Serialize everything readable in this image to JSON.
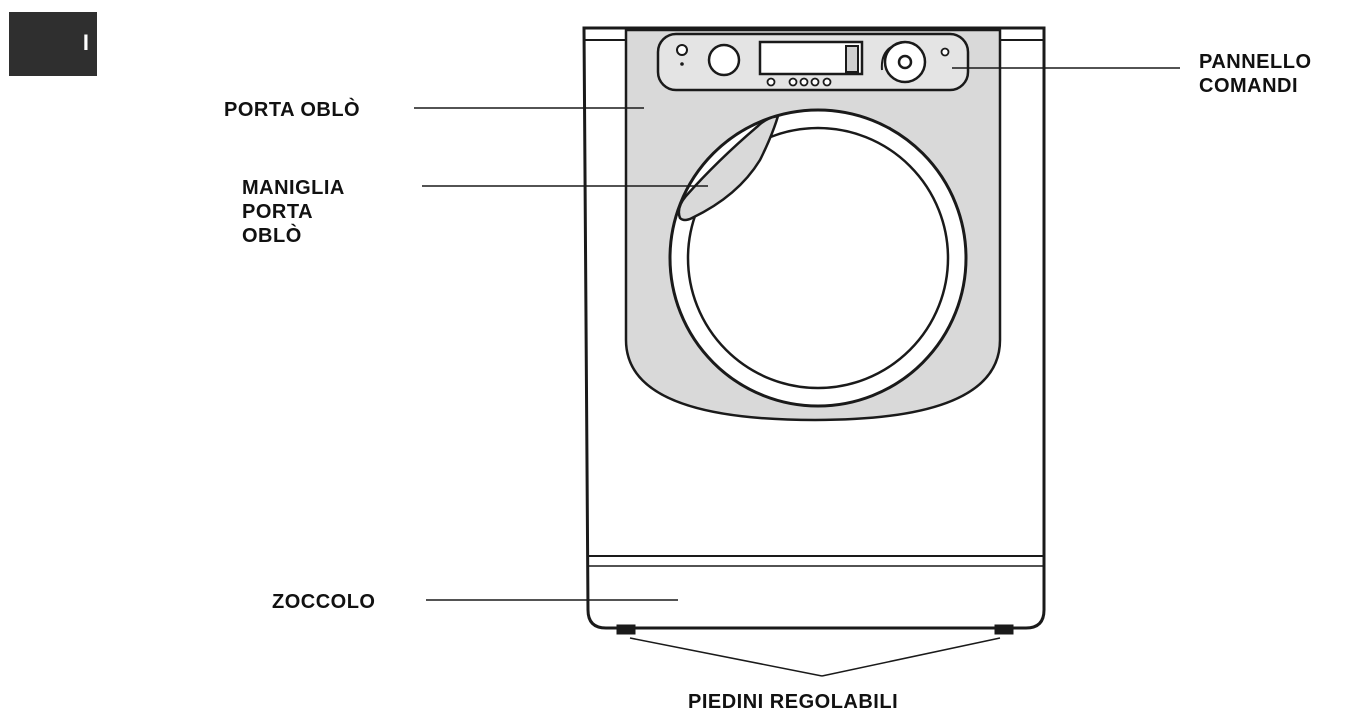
{
  "language_tab": "I",
  "labels": {
    "porta_oblo": "PORTA OBLÒ",
    "maniglia": [
      "MANIGLIA",
      "PORTA",
      "OBLÒ"
    ],
    "pannello": [
      "PANNELLO",
      "COMANDI"
    ],
    "zoccolo": "ZOCCOLO",
    "piedini": "PIEDINI REGOLABILI"
  },
  "colors": {
    "panel_grey": "#d9d9d9",
    "outline": "#1a1a1a",
    "tab": "#2f2f2f"
  }
}
